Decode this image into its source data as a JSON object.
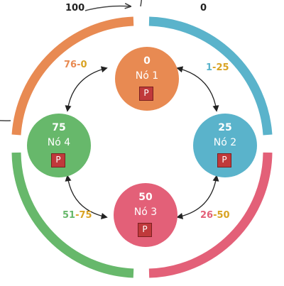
{
  "colors": {
    "orange": "#E88A52",
    "blue": "#5AB3CB",
    "pink": "#E36078",
    "green": "#67B86B",
    "gold": "#D9A323",
    "badge": "#C0393B",
    "arrow": "#222222"
  },
  "outer": {
    "start_label": "100",
    "end_label": "0"
  },
  "nodes": [
    {
      "value": "0",
      "name": "Nó 1",
      "badge": "P"
    },
    {
      "value": "25",
      "name": "Nó 2",
      "badge": "P"
    },
    {
      "value": "50",
      "name": "Nó 3",
      "badge": "P"
    },
    {
      "value": "75",
      "name": "Nó 4",
      "badge": "P"
    }
  ],
  "ranges": [
    {
      "lo": "1",
      "hi": "25"
    },
    {
      "lo": "26",
      "hi": "50"
    },
    {
      "lo": "51",
      "hi": "75"
    },
    {
      "lo": "76",
      "hi": "0"
    }
  ]
}
